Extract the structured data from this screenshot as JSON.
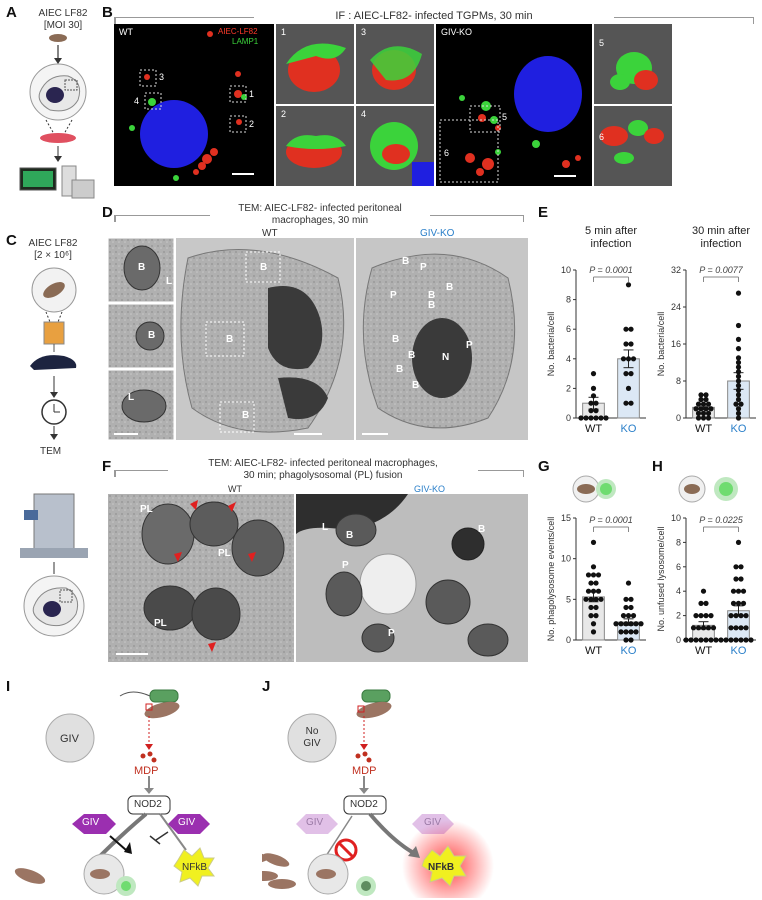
{
  "panels": {
    "A": {
      "letter": "A",
      "line1": "AIEC LF82",
      "line2": "[MOI 30]"
    },
    "B": {
      "letter": "B",
      "title": "IF : AIEC-LF82- infected TGPMs, 30 min",
      "wt": "WT",
      "ko": "GIV-KO",
      "legend_red": "AIEC-LF82",
      "legend_green": "LAMP1",
      "boxes_wt": [
        "1",
        "2",
        "3",
        "4"
      ],
      "boxes_ko": [
        "5",
        "6"
      ],
      "zooms": [
        "1",
        "3",
        "2",
        "4",
        "5",
        "6"
      ]
    },
    "C": {
      "letter": "C",
      "line1": "AIEC LF82",
      "line2": "[2 × 10⁶]",
      "tem": "TEM"
    },
    "D": {
      "letter": "D",
      "title1": "TEM: AIEC-LF82- infected peritoneal",
      "title2": "macrophages, 30 min",
      "wt": "WT",
      "ko": "GIV-KO",
      "labels_wt": [
        "B",
        "L",
        "B",
        "L",
        "B",
        "B",
        "B"
      ],
      "labels_ko": [
        "B",
        "P",
        "B",
        "B",
        "B",
        "P",
        "B",
        "B",
        "N",
        "B",
        "B",
        "P"
      ]
    },
    "E": {
      "letter": "E"
    },
    "F": {
      "letter": "F",
      "title1": "TEM: AIEC-LF82- infected peritoneal macrophages,",
      "title2": "30 min; phagolysosomal (PL) fusion",
      "wt": "WT",
      "ko": "GIV-KO",
      "labels_wt": [
        "PL",
        "PL",
        "PL"
      ],
      "labels_ko": [
        "B",
        "L",
        "B",
        "P",
        "P"
      ]
    },
    "G": {
      "letter": "G"
    },
    "H": {
      "letter": "H"
    },
    "I": {
      "letter": "I",
      "giv": "GIV",
      "mdp": "MDP",
      "nod2": "NOD2",
      "giv2": "GIV",
      "giv3": "GIV",
      "nfkb": "NFkB"
    },
    "J": {
      "letter": "J",
      "nogiv1": "No",
      "nogiv2": "GIV",
      "mdp": "MDP",
      "nod2": "NOD2",
      "giv2": "GIV",
      "giv3": "GIV",
      "nfkb": "NFkB"
    }
  },
  "colors": {
    "ko_blue": "#2a7fc9",
    "red": "#e03020",
    "green": "#3bd33b",
    "blue_nucleus": "#1f1fe0",
    "bar_fill": "#dce8f5",
    "bar_wt": "#e8e8e8",
    "giv_purple": "#9b2fb0",
    "nfkb_yellow": "#f0f020"
  },
  "chart_data": [
    {
      "panel": "E",
      "type": "bar",
      "title": "5 min after infection",
      "categories": [
        "WT",
        "KO"
      ],
      "values": [
        1.0,
        4.0
      ],
      "errors": [
        0.4,
        0.6
      ],
      "ylabel": "No. bacteria/cell",
      "ylim": [
        0,
        10
      ],
      "yticks": [
        0,
        2,
        4,
        6,
        8,
        10
      ],
      "pvalue": "P = 0.0001",
      "points": {
        "WT": [
          0,
          0,
          0,
          0,
          0,
          0,
          0.5,
          0.5,
          1,
          1,
          1.5,
          2,
          3
        ],
        "KO": [
          1,
          1,
          2,
          3,
          3,
          4,
          4,
          4,
          5,
          5,
          6,
          6,
          9
        ]
      }
    },
    {
      "panel": "E",
      "type": "bar",
      "title": "30 min after infection",
      "categories": [
        "WT",
        "KO"
      ],
      "values": [
        2.3,
        8.0
      ],
      "errors": [
        0.5,
        1.8
      ],
      "ylabel": "No. bacteria/cell",
      "ylim": [
        0,
        32
      ],
      "yticks": [
        0,
        8,
        16,
        24,
        32
      ],
      "pvalue": "P = 0.0077",
      "points": {
        "WT": [
          0,
          0,
          0,
          1,
          1,
          1,
          2,
          2,
          2,
          2,
          3,
          3,
          3,
          4,
          4,
          5,
          5
        ],
        "KO": [
          0,
          1,
          2,
          3,
          3,
          4,
          5,
          6,
          7,
          8,
          9,
          10,
          11,
          12,
          13,
          15,
          17,
          20,
          27
        ]
      }
    },
    {
      "panel": "G",
      "type": "bar",
      "categories": [
        "WT",
        "KO"
      ],
      "values": [
        5.3,
        2.2
      ],
      "errors": [
        0.6,
        0.4
      ],
      "ylabel": "No. phagolysosome events/cell",
      "ylim": [
        0,
        15
      ],
      "yticks": [
        0,
        5,
        10,
        15
      ],
      "pvalue": "P = 0.0001",
      "points": {
        "WT": [
          1,
          2,
          3,
          3,
          4,
          4,
          5,
          5,
          5,
          5,
          6,
          6,
          6,
          7,
          7,
          8,
          8,
          8,
          9,
          12
        ],
        "KO": [
          0,
          0,
          1,
          1,
          1,
          1,
          2,
          2,
          2,
          2,
          2,
          2,
          3,
          3,
          3,
          4,
          4,
          5,
          5,
          7
        ]
      }
    },
    {
      "panel": "H",
      "type": "bar",
      "categories": [
        "WT",
        "KO"
      ],
      "values": [
        1.2,
        2.4
      ],
      "errors": [
        0.3,
        0.4
      ],
      "ylabel": "No. unfused lysosome/cell",
      "ylim": [
        0,
        10
      ],
      "yticks": [
        0,
        2,
        4,
        6,
        8,
        10
      ],
      "pvalue": "P = 0.0225",
      "points": {
        "WT": [
          0,
          0,
          0,
          0,
          0,
          0,
          0,
          0,
          1,
          1,
          1,
          1,
          1,
          2,
          2,
          2,
          2,
          3,
          3,
          4
        ],
        "KO": [
          0,
          0,
          0,
          0,
          0,
          0,
          1,
          1,
          1,
          1,
          2,
          2,
          2,
          2,
          3,
          3,
          3,
          4,
          4,
          4,
          5,
          5,
          6,
          6,
          8
        ]
      }
    }
  ]
}
